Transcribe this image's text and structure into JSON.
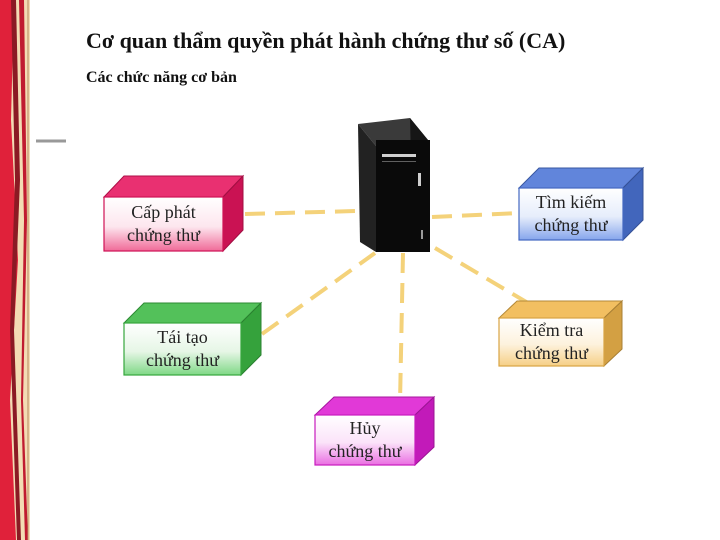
{
  "slide": {
    "title": "Cơ quan thẩm quyền phát hành chứng thư số  (CA)",
    "subtitle": "Các chức năng cơ bản"
  },
  "colors": {
    "connector": "#f4d27a",
    "left_stripe_red": "#e0213a",
    "left_stripe_cream": "#f3dcb4",
    "server_body": "#0a0a0a"
  },
  "center_node": {
    "icon": "server-tower-icon"
  },
  "functions": [
    {
      "id": "cap-phat",
      "line1": "Cấp phát",
      "line2": "chứng thư",
      "color": "#e6145e"
    },
    {
      "id": "tim-kiem",
      "line1": "Tìm kiếm",
      "line2": "chứng thư",
      "color": "#4b74d6"
    },
    {
      "id": "tai-tao",
      "line1": "Tái tạo",
      "line2": "chứng thư",
      "color": "#3cb844"
    },
    {
      "id": "kiem-tra",
      "line1": "Kiểm tra",
      "line2": "chứng  thư",
      "color": "#f0b64c"
    },
    {
      "id": "huy",
      "line1": "Hủy",
      "line2": "chứng thư",
      "color": "#dd1ed2"
    }
  ]
}
